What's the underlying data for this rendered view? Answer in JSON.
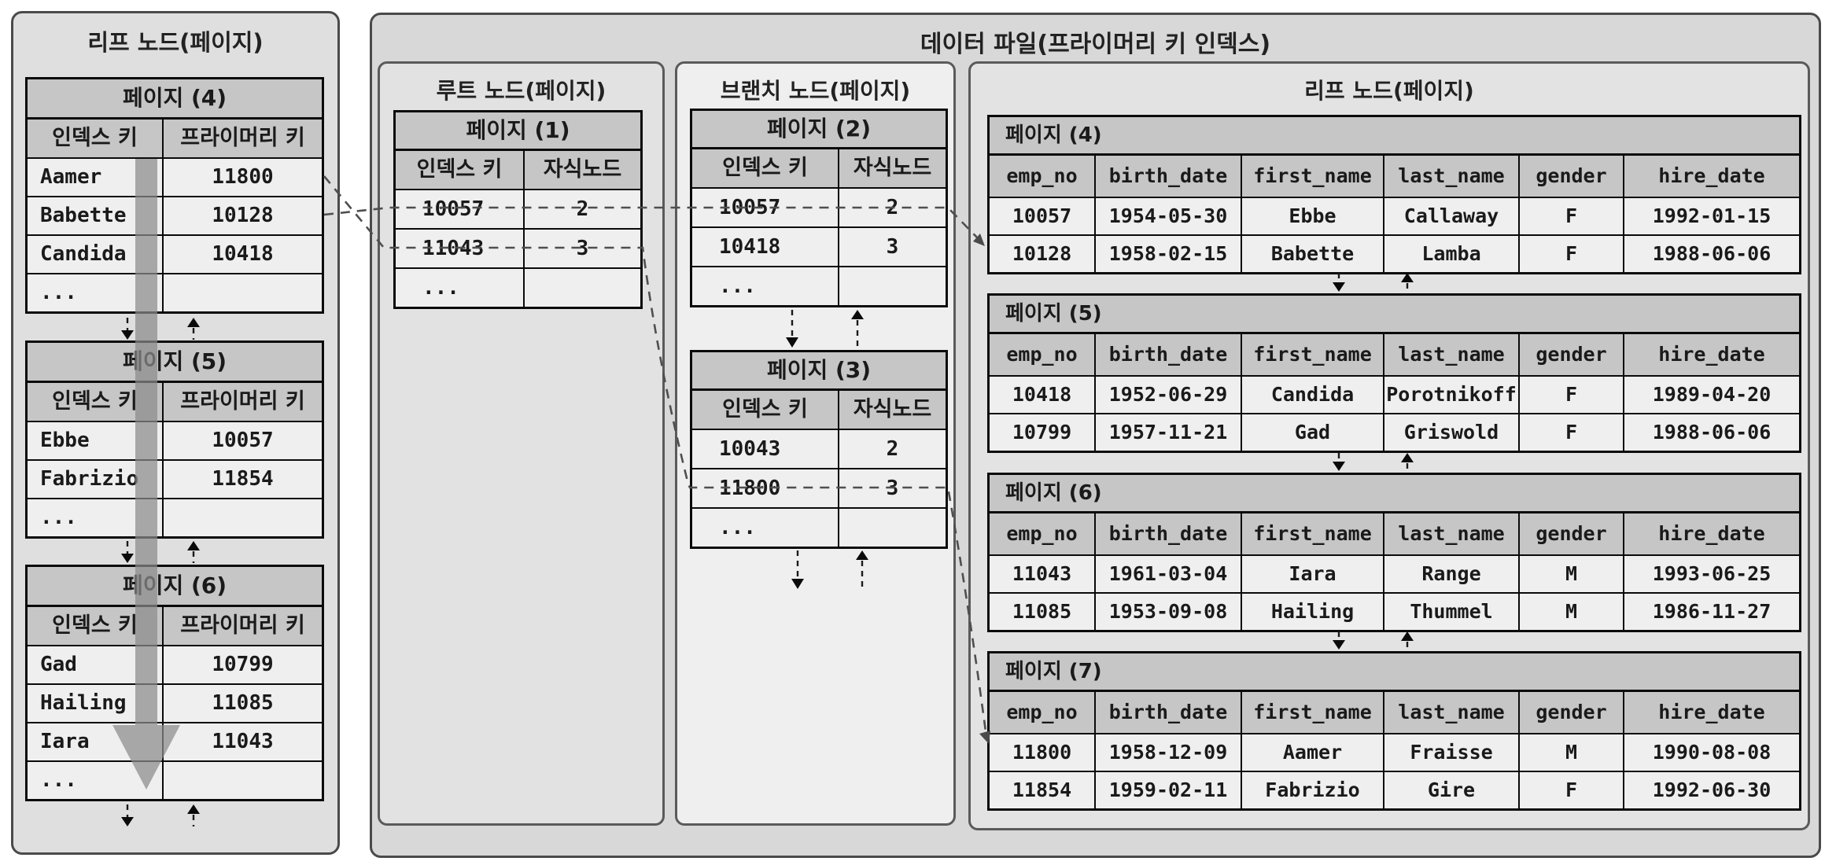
{
  "colors": {
    "panel_border": "#4a4a4a",
    "table_border": "#0a0a0a",
    "header_fill": "#c6c6c6",
    "cell_fill": "#efefef",
    "outer_panel_fill": "#d8d8d8",
    "left_panel_fill": "#dfdfdf",
    "inner_panel_fill": "#e3e3e3",
    "branch_panel_fill": "#efefef",
    "scan_arrow_fill": "#8b8b8b",
    "dash_line": "#4f4f4f"
  },
  "left_panel": {
    "title": "리프 노드(페이지)",
    "col_headers": [
      "인덱스 키",
      "프라이머리 키"
    ],
    "tables": [
      {
        "title": "페이지 (4)",
        "rows": [
          [
            "Aamer",
            "11800"
          ],
          [
            "Babette",
            "10128"
          ],
          [
            "Candida",
            "10418"
          ],
          [
            "...",
            ""
          ]
        ]
      },
      {
        "title": "페이지 (5)",
        "rows": [
          [
            "Ebbe",
            "10057"
          ],
          [
            "Fabrizio",
            "11854"
          ],
          [
            "...",
            ""
          ]
        ]
      },
      {
        "title": "페이지 (6)",
        "rows": [
          [
            "Gad",
            "10799"
          ],
          [
            "Hailing",
            "11085"
          ],
          [
            "Iara",
            "11043"
          ],
          [
            "...",
            ""
          ]
        ]
      }
    ]
  },
  "data_file": {
    "title": "데이터 파일(프라이머리 키 인덱스)",
    "root_panel": {
      "title": "루트 노드(페이지)",
      "col_headers": [
        "인덱스 키",
        "자식노드"
      ],
      "tables": [
        {
          "title": "페이지 (1)",
          "rows": [
            [
              "10057",
              "2"
            ],
            [
              "11043",
              "3"
            ],
            [
              "...",
              ""
            ]
          ]
        }
      ]
    },
    "branch_panel": {
      "title": "브랜치 노드(페이지)",
      "col_headers": [
        "인덱스 키",
        "자식노드"
      ],
      "tables": [
        {
          "title": "페이지 (2)",
          "rows": [
            [
              "10057",
              "2"
            ],
            [
              "10418",
              "3"
            ],
            [
              "...",
              ""
            ]
          ]
        },
        {
          "title": "페이지 (3)",
          "rows": [
            [
              "10043",
              "2"
            ],
            [
              "11800",
              "3"
            ],
            [
              "...",
              ""
            ]
          ]
        }
      ]
    },
    "leaf_panel": {
      "title": "리프 노드(페이지)",
      "col_headers": [
        "emp_no",
        "birth_date",
        "first_name",
        "last_name",
        "gender",
        "hire_date"
      ],
      "tables": [
        {
          "title": "페이지 (4)",
          "rows": [
            [
              "10057",
              "1954-05-30",
              "Ebbe",
              "Callaway",
              "F",
              "1992-01-15"
            ],
            [
              "10128",
              "1958-02-15",
              "Babette",
              "Lamba",
              "F",
              "1988-06-06"
            ]
          ]
        },
        {
          "title": "페이지 (5)",
          "rows": [
            [
              "10418",
              "1952-06-29",
              "Candida",
              "Porotnikoff",
              "F",
              "1989-04-20"
            ],
            [
              "10799",
              "1957-11-21",
              "Gad",
              "Griswold",
              "F",
              "1988-06-06"
            ]
          ]
        },
        {
          "title": "페이지 (6)",
          "rows": [
            [
              "11043",
              "1961-03-04",
              "Iara",
              "Range",
              "M",
              "1993-06-25"
            ],
            [
              "11085",
              "1953-09-08",
              "Hailing",
              "Thummel",
              "M",
              "1986-11-27"
            ]
          ]
        },
        {
          "title": "페이지 (7)",
          "rows": [
            [
              "11800",
              "1958-12-09",
              "Aamer",
              "Fraisse",
              "M",
              "1990-08-08"
            ],
            [
              "11854",
              "1959-02-11",
              "Fabrizio",
              "Gire",
              "F",
              "1992-06-30"
            ]
          ]
        }
      ]
    }
  }
}
